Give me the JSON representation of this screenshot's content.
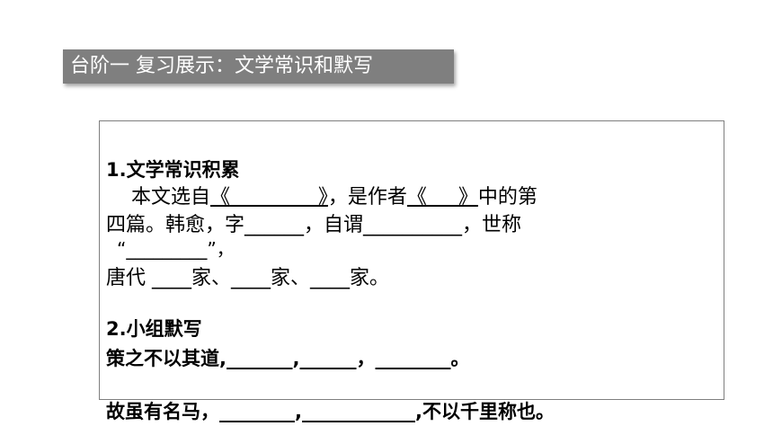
{
  "header": {
    "title": "台阶一   复习展示：文学常识和默写"
  },
  "section1": {
    "heading": "1.文学常识积累",
    "line1_a": "    本文选自",
    "line1_b": "《              》",
    "line1_c": "，是作者",
    "line1_d": "《     》",
    "line1_e": "中的第",
    "line2": "四篇。韩愈，字______，自谓__________，世称",
    "line3": "“_________”，",
    "line4": "唐代 ____家、____家、____家。"
  },
  "section2": {
    "heading": "2.小组默写",
    "line1": "策之不以其道,_______,______，________。",
    "line2": "故虽有名马，________,____________,不以千里称也。"
  }
}
